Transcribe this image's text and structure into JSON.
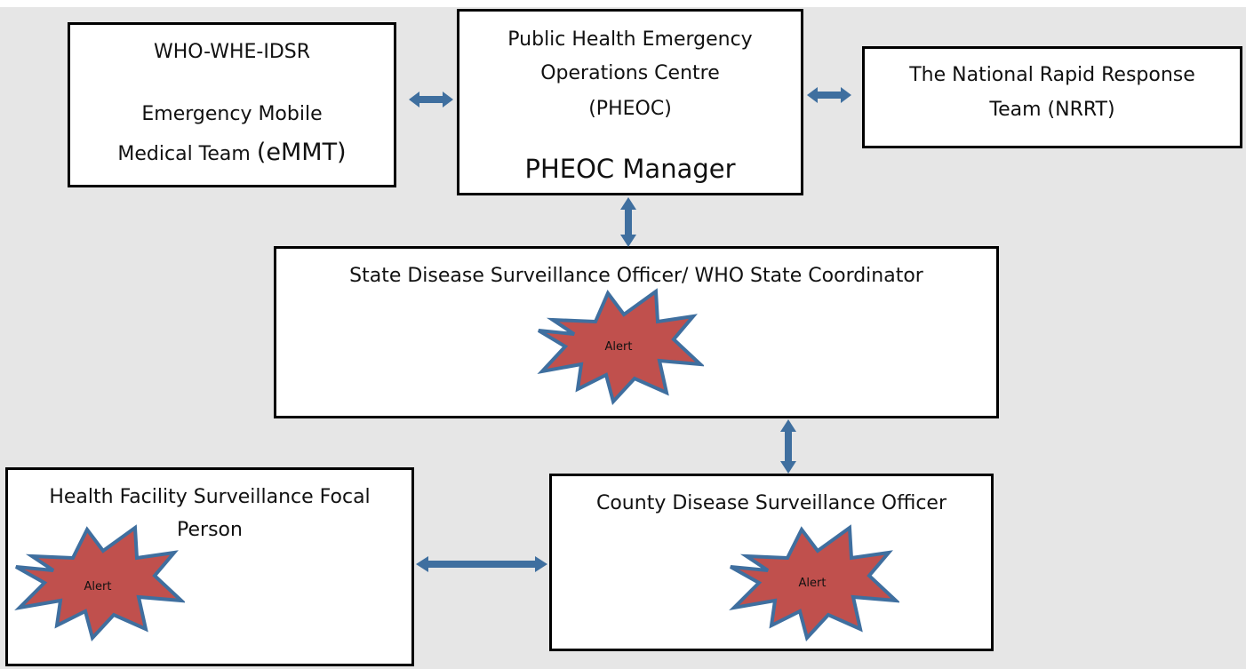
{
  "colors": {
    "background": "#e6e6e6",
    "arrow": "#3f6f9f",
    "alert_fill": "#c0504d",
    "alert_stroke": "#3f6f9f"
  },
  "boxes": {
    "who": {
      "line1": "WHO-WHE-IDSR",
      "line2": "Emergency Mobile",
      "line3_a": "Medical Team ",
      "line3_b": "(eMMT)"
    },
    "pheoc": {
      "line1": "Public Health Emergency",
      "line2": "Operations Centre",
      "line3": "(PHEOC)",
      "manager": "PHEOC Manager"
    },
    "nrrt": {
      "line1": "The National Rapid Response",
      "line2": "Team (NRRT)"
    },
    "state": {
      "title": "State Disease Surveillance Officer/ WHO State Coordinator",
      "alert": "Alert"
    },
    "health_facility": {
      "line1": "Health Facility Surveillance Focal",
      "line2": "Person",
      "alert": "Alert"
    },
    "county": {
      "title": "County Disease Surveillance Officer",
      "alert": "Alert"
    }
  }
}
